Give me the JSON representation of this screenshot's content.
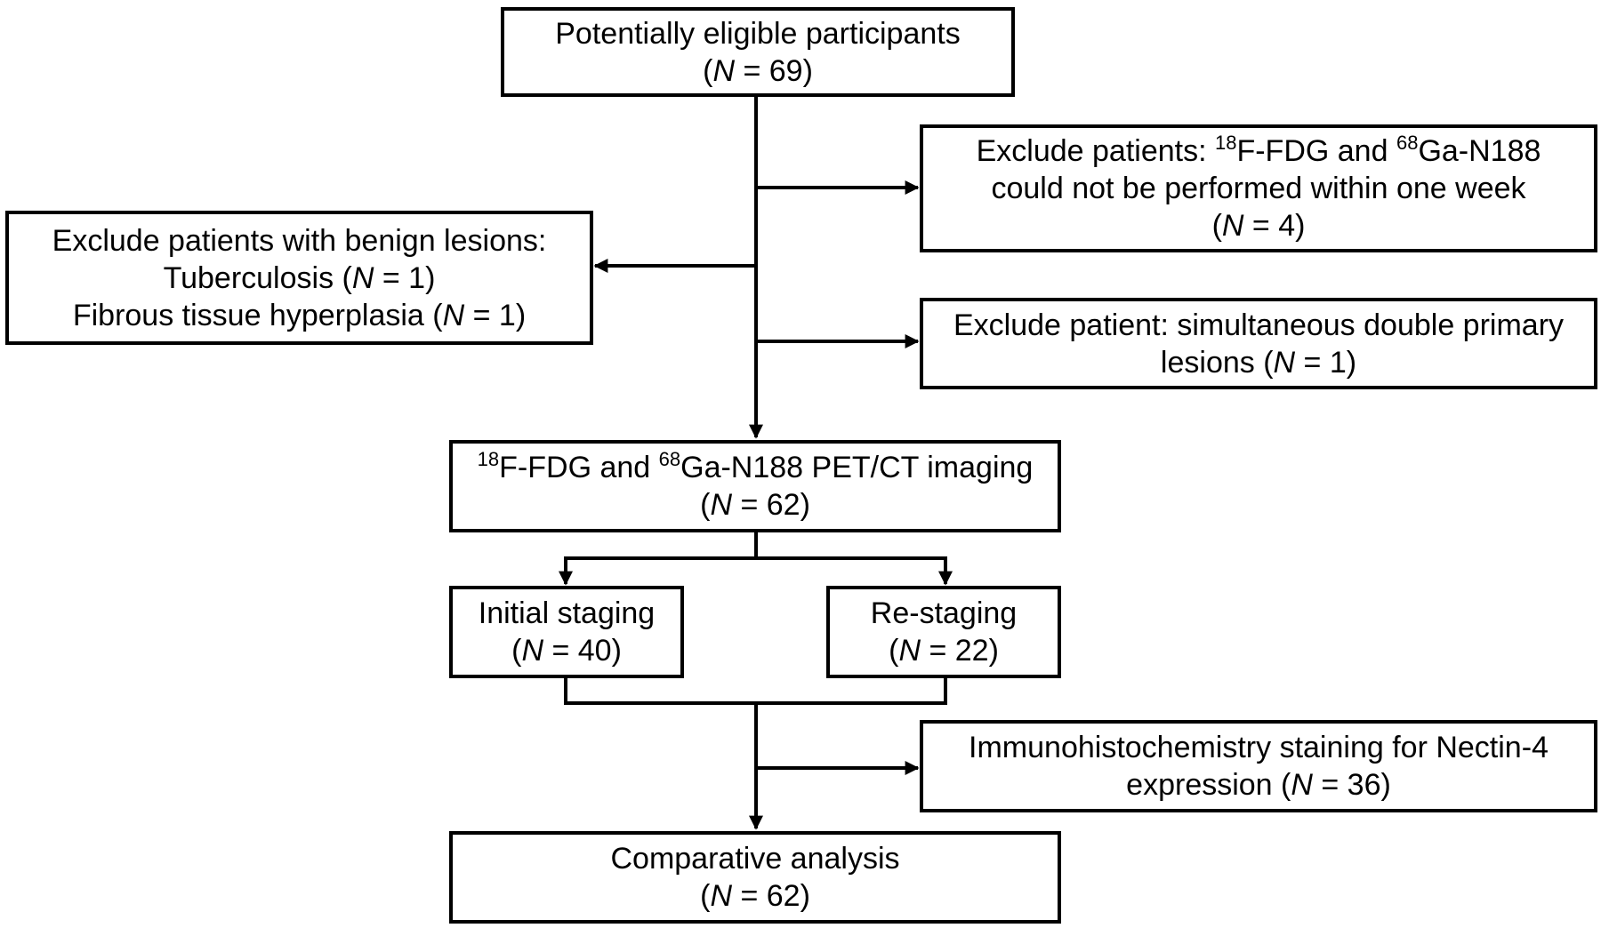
{
  "diagram": {
    "nodes": {
      "eligible": {
        "line1": "Potentially eligible participants",
        "n_prefix": "(",
        "n_var": "N",
        "n_rest": " = 69)"
      },
      "exclude_week": {
        "l1_a": "Exclude patients: ",
        "sup1": "18",
        "l1_b": "F-FDG and ",
        "sup2": "68",
        "l1_c": "Ga-N188",
        "line2": "could not be performed within one week",
        "n_prefix": "(",
        "n_var": "N",
        "n_rest": " = 4)"
      },
      "exclude_benign": {
        "line1": "Exclude patients with benign lesions:",
        "l2_text": "Tuberculosis (",
        "l2_var": "N",
        "l2_rest": " = 1)",
        "l3_text": "Fibrous tissue hyperplasia (",
        "l3_var": "N",
        "l3_rest": " = 1)"
      },
      "exclude_double": {
        "line1": "Exclude patient: simultaneous double primary",
        "l2_text": "lesions  (",
        "l2_var": "N",
        "l2_rest": " = 1)"
      },
      "imaging": {
        "sup1": "18",
        "l1_a": "F-FDG and ",
        "sup2": "68",
        "l1_b": "Ga-N188 PET/CT imaging",
        "n_prefix": "(",
        "n_var": "N",
        "n_rest": " = 62)"
      },
      "initial": {
        "line1": "Initial staging",
        "n_prefix": "(",
        "n_var": "N",
        "n_rest": " = 40)"
      },
      "restaging": {
        "line1": "Re-staging",
        "n_prefix": "(",
        "n_var": "N",
        "n_rest": " = 22)"
      },
      "ihc": {
        "line1": "Immunohistochemistry staining for Nectin-4",
        "l2_text": "expression (",
        "l2_var": "N",
        "l2_rest": " = 36)"
      },
      "comparative": {
        "line1": "Comparative analysis",
        "n_prefix": "(",
        "n_var": "N",
        "n_rest": " = 62)"
      }
    },
    "colors": {
      "line": "#000000",
      "box_fill": "#ffffff",
      "text": "#000000"
    }
  }
}
